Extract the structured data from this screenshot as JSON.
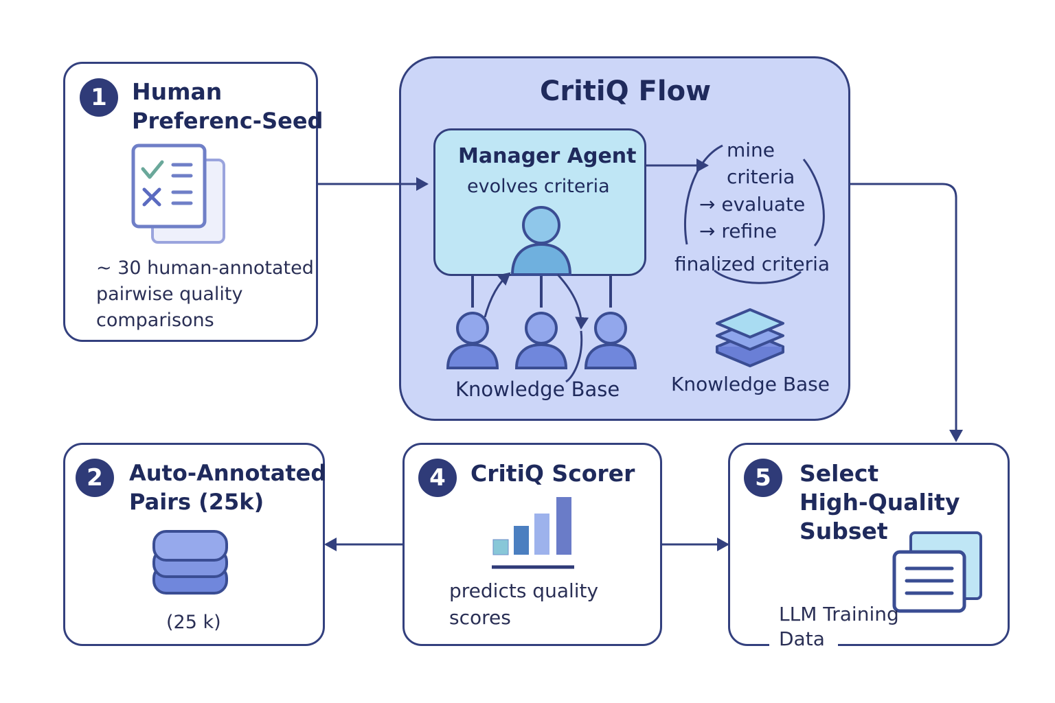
{
  "step1": {
    "number": "1",
    "title_line1": "Human",
    "title_line2": "Preferenc-Seed",
    "desc_line1": "~ 30 human-annotated",
    "desc_line2": "pairwise quality",
    "desc_line3": "comparisons",
    "icon": "checklist-document-icon"
  },
  "flow": {
    "title": "CritiQ Flow",
    "manager_title": "Manager Agent",
    "manager_subtitle": "evolves criteria",
    "loop_line1": "mine",
    "loop_line2": "criteria",
    "loop_line3": "→ evaluate",
    "loop_line4": "→ refine",
    "loop_line5": "finalized criteria",
    "agents_label": "Knowledge Base",
    "kb_label": "Knowledge Base"
  },
  "step2": {
    "number": "2",
    "title_line1": "Auto-Annotated",
    "title_line2": "Pairs (25k)",
    "caption": "(25 k)",
    "icon": "database-stack-icon"
  },
  "step4": {
    "number": "4",
    "title": "CritiQ Scorer",
    "desc_line1": "predicts quality",
    "desc_line2": "scores",
    "icon": "bar-chart-icon"
  },
  "step5": {
    "number": "5",
    "title_line1": "Select",
    "title_line2": "High-Quality",
    "title_line3": "Subset",
    "caption_line1": "LLM Training",
    "caption_line2": "Data",
    "icon": "documents-icon"
  },
  "colors": {
    "border": "#33407e",
    "flow_bg": "#ccd6f8",
    "manager_bg": "#bfe6f5",
    "badge": "#2f3b78",
    "arrow": "#33407e"
  }
}
